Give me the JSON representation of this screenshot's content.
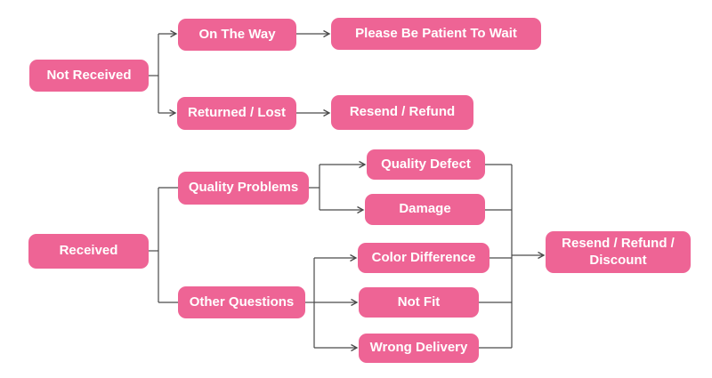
{
  "diagram": {
    "type": "flowchart",
    "colors": {
      "background": "#ffffff",
      "node_fill": "#ee6495",
      "node_text": "#ffffff",
      "connector": "#4a4a4a"
    },
    "nodes": {
      "not_received": "Not Received",
      "on_the_way": "On The Way",
      "please_wait": "Please Be Patient To Wait",
      "returned_lost": "Returned / Lost",
      "resend_refund": "Resend / Refund",
      "received": "Received",
      "quality_problems": "Quality Problems",
      "other_questions": "Other Questions",
      "quality_defect": "Quality Defect",
      "damage": "Damage",
      "color_difference": "Color Difference",
      "not_fit": "Not Fit",
      "wrong_delivery": "Wrong Delivery",
      "resend_refund_discount": "Resend / Refund / Discount"
    },
    "edges": [
      {
        "from": "Not Received",
        "to": "On The Way",
        "arrow": true
      },
      {
        "from": "Not Received",
        "to": "Returned / Lost",
        "arrow": true
      },
      {
        "from": "On The Way",
        "to": "Please Be Patient To Wait",
        "arrow": true
      },
      {
        "from": "Returned / Lost",
        "to": "Resend / Refund",
        "arrow": true
      },
      {
        "from": "Received",
        "to": "Quality Problems",
        "arrow": false
      },
      {
        "from": "Received",
        "to": "Other Questions",
        "arrow": false
      },
      {
        "from": "Quality Problems",
        "to": "Quality Defect",
        "arrow": true
      },
      {
        "from": "Quality Problems",
        "to": "Damage",
        "arrow": true
      },
      {
        "from": "Other Questions",
        "to": "Color Difference",
        "arrow": true
      },
      {
        "from": "Other Questions",
        "to": "Not Fit",
        "arrow": true
      },
      {
        "from": "Other Questions",
        "to": "Wrong Delivery",
        "arrow": true
      },
      {
        "from": "Quality Defect",
        "to": "Resend / Refund / Discount",
        "arrow": true
      },
      {
        "from": "Damage",
        "to": "Resend / Refund / Discount",
        "arrow": true
      },
      {
        "from": "Color Difference",
        "to": "Resend / Refund / Discount",
        "arrow": true
      },
      {
        "from": "Not Fit",
        "to": "Resend / Refund / Discount",
        "arrow": true
      },
      {
        "from": "Wrong Delivery",
        "to": "Resend / Refund / Discount",
        "arrow": true
      }
    ]
  }
}
